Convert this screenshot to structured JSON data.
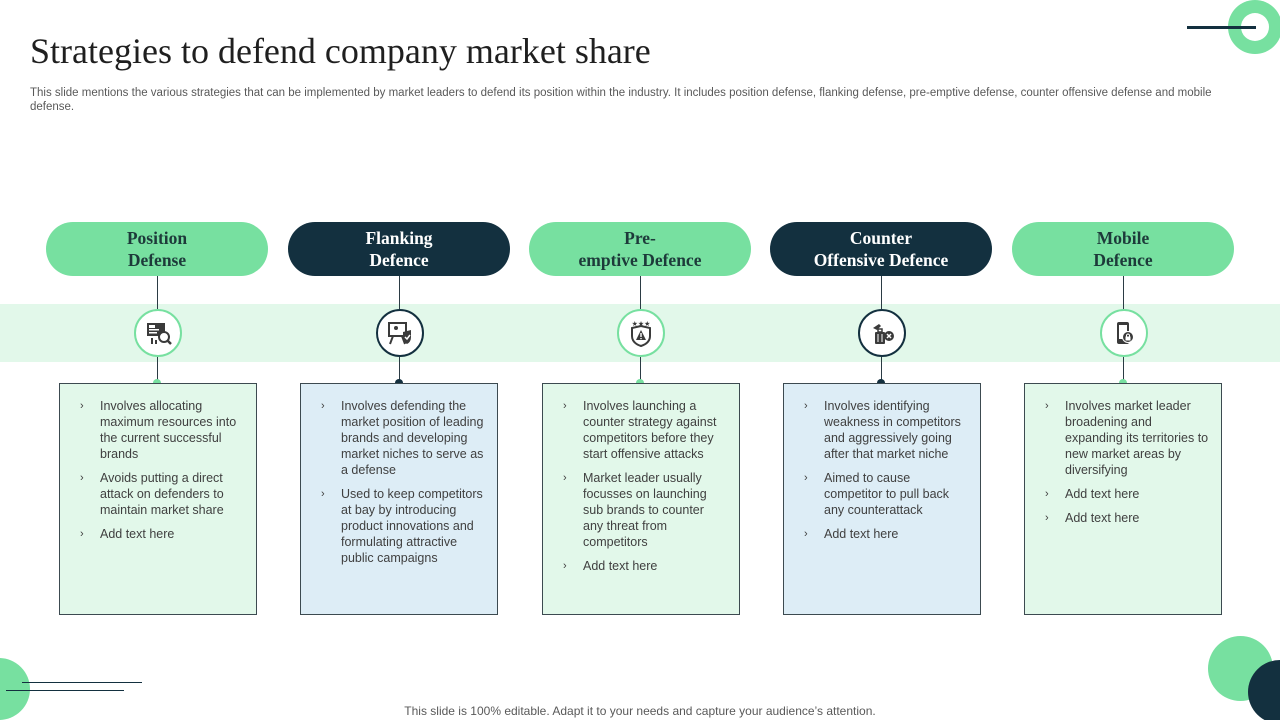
{
  "slide": {
    "title": "Strategies to defend company market share",
    "subtitle": "This slide mentions the various strategies that can be implemented by market leaders to defend its position within the industry. It includes position defense, flanking defense, pre-emptive defense, counter offensive defense and mobile defense.",
    "footer": "This slide is 100% editable. Adapt it to your needs and capture your audience’s attention."
  },
  "colors": {
    "accent_green": "#77e0a0",
    "accent_dark": "#13303f",
    "band": "#e2f8ea",
    "box_green": "#e2f8ea",
    "box_blue": "#ddedf6"
  },
  "strategies": [
    {
      "heading_line1": "Position",
      "heading_line2": "Defense",
      "icon": "presentation-chart-icon",
      "bullets": [
        "Involves  allocating maximum resources into the current successful brands",
        "Avoids putting a direct attack on defenders  to maintain market share",
        "Add text here"
      ]
    },
    {
      "heading_line1": "Flanking",
      "heading_line2": "Defence",
      "icon": "board-shield-icon",
      "bullets": [
        "Involves  defending the market position of leading brands and developing  market niches to serve  as a defense",
        "Used to keep competitors at bay by introducing product innovations  and formulating attractive public campaigns"
      ]
    },
    {
      "heading_line1": "Pre-",
      "heading_line2": "emptive Defence",
      "icon": "shield-warning-icon",
      "bullets": [
        "Involves  launching  a counter strategy against competitors before they start offensive  attacks",
        "Market leader usually focusses on launching sub brands to counter any threat from competitors",
        "Add text here"
      ]
    },
    {
      "heading_line1": "Counter",
      "heading_line2": "Offensive Defence",
      "icon": "luggage-blocked-icon",
      "bullets": [
        "Involves  identifying weakness  in competitors and aggressively  going after that market niche",
        "Aimed to cause competitor to pull back any counterattack",
        "Add text here"
      ]
    },
    {
      "heading_line1": "Mobile",
      "heading_line2": "Defence",
      "icon": "mobile-lock-icon",
      "bullets": [
        "Involves  market leader broadening  and expanding  its territories to new market areas by diversifying",
        "Add text here",
        "Add text here"
      ]
    }
  ]
}
